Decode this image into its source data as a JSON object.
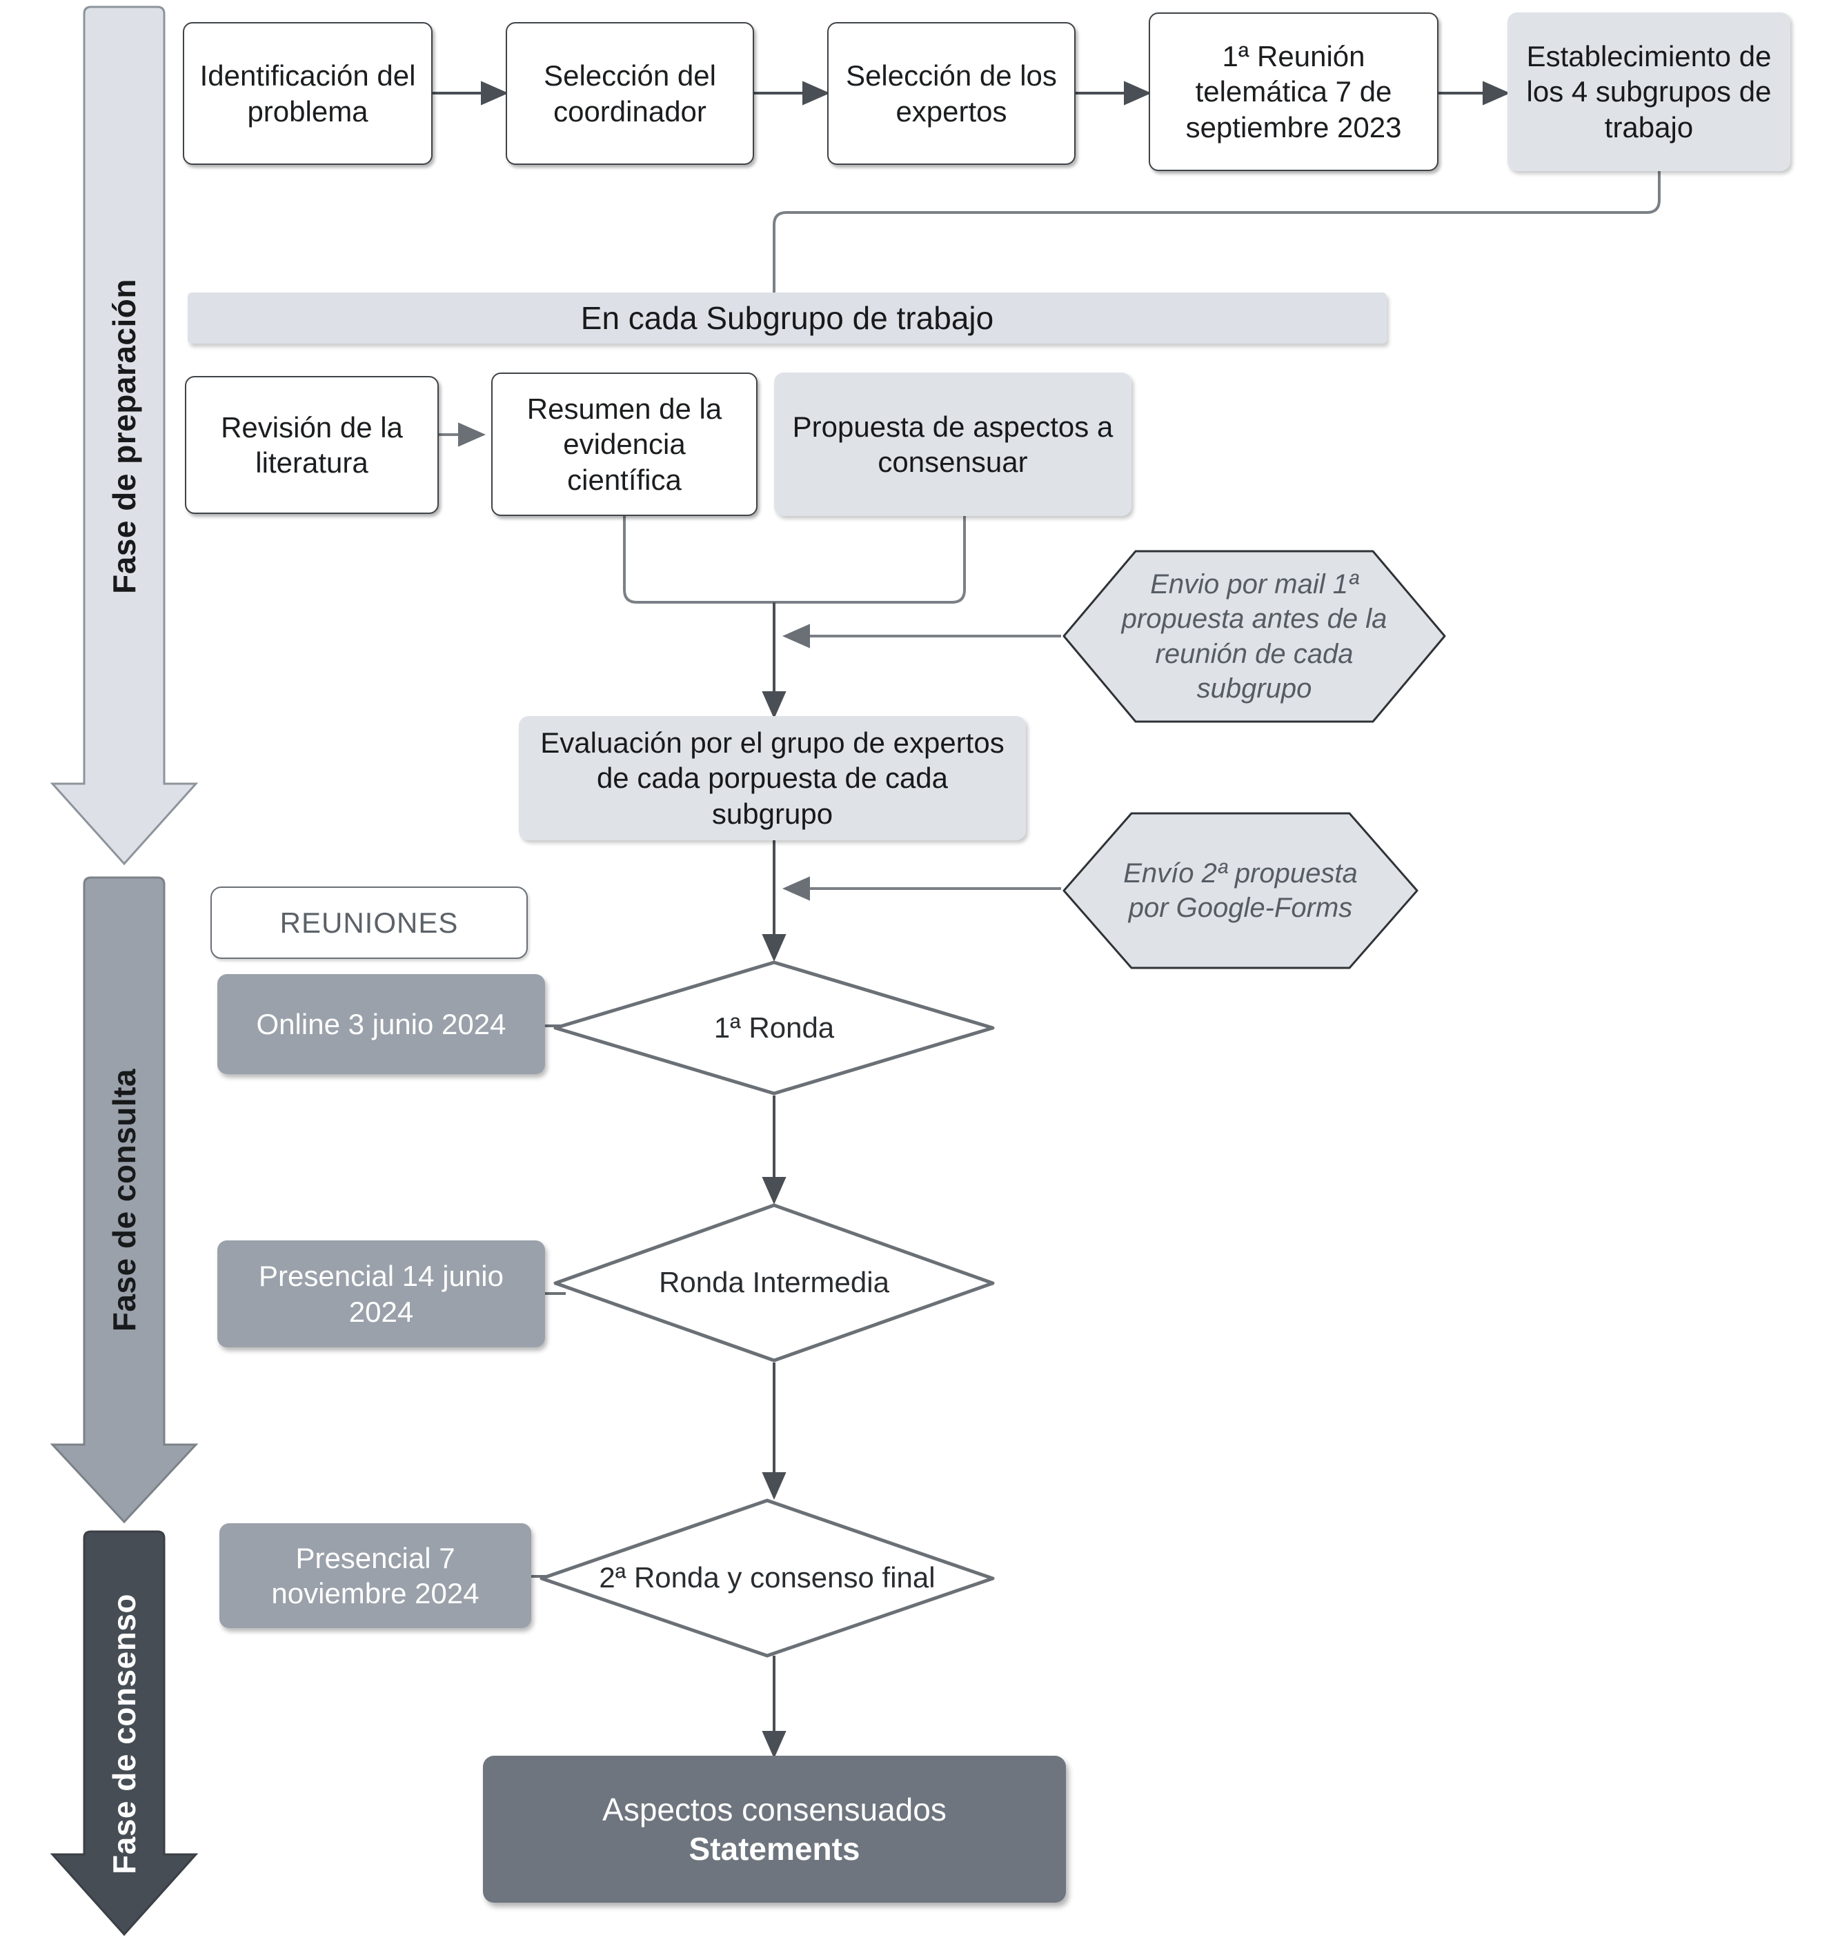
{
  "phases": [
    {
      "id": "fase-preparacion",
      "label": "Fase de preparación",
      "fill": "#dde1e7",
      "text": "#17191b"
    },
    {
      "id": "fase-consulta",
      "label": "Fase de consulta",
      "fill": "#9aa1aa",
      "text": "#17191b"
    },
    {
      "id": "fase-consenso",
      "label": "Fase de consenso",
      "fill": "#474d54",
      "text": "#ffffff"
    }
  ],
  "preparation_row": [
    {
      "id": "identificacion-problema",
      "label": "Identificación del problema",
      "style": "white"
    },
    {
      "id": "seleccion-coordinador",
      "label": "Selección del coordinador",
      "style": "white"
    },
    {
      "id": "seleccion-expertos",
      "label": "Selección de los expertos",
      "style": "white"
    },
    {
      "id": "primera-reunion",
      "label": "1ª Reunión telemática 7 de septiembre 2023",
      "style": "white"
    },
    {
      "id": "establecimiento-subgrupos",
      "label": "Establecimiento de los 4 subgrupos de trabajo",
      "style": "light"
    }
  ],
  "subgroup_header": {
    "label": "En cada Subgrupo de trabajo"
  },
  "subgroup_row": [
    {
      "id": "revision-literatura",
      "label": "Revisión de la literatura",
      "style": "white"
    },
    {
      "id": "resumen-evidencia",
      "label": "Resumen de la evidencia científica",
      "style": "white"
    },
    {
      "id": "propuesta-aspectos",
      "label": "Propuesta de aspectos a consensuar",
      "style": "light"
    }
  ],
  "evaluation": {
    "id": "evaluacion-expertos",
    "label": "Evaluación por el grupo de expertos de cada porpuesta de cada subgrupo"
  },
  "callouts": [
    {
      "id": "envio-mail-1a-propuesta",
      "label": "Envio por mail 1ª propuesta antes de la reunión de cada subgrupo"
    },
    {
      "id": "envio-2a-propuesta-google-forms",
      "label": "Envío 2ª propuesta  por Google-Forms"
    }
  ],
  "meetings_title": {
    "label": "REUNIONES"
  },
  "meetings": [
    {
      "id": "online-3-junio-2024",
      "label": "Online 3 junio 2024"
    },
    {
      "id": "presencial-14-junio-2024",
      "label": "Presencial 14 junio 2024"
    },
    {
      "id": "presencial-7-noviembre-2024",
      "label": "Presencial 7 noviembre 2024"
    }
  ],
  "rounds": [
    {
      "id": "primera-ronda",
      "label": "1ª Ronda"
    },
    {
      "id": "ronda-intermedia",
      "label": "Ronda Intermedia"
    },
    {
      "id": "segunda-ronda-consenso",
      "label": "2ª Ronda y consenso final"
    }
  ],
  "final": {
    "id": "aspectos-consensuados",
    "line1": "Aspectos consensuados",
    "line2": "Statements"
  },
  "colors": {
    "white_box_fill": "#ffffff",
    "white_box_border": "#3f4347",
    "light_box_fill": "#dfe3e8",
    "header_bar_fill": "#dde1e7",
    "meeting_box_fill": "#9aa1aa",
    "final_box_fill": "#6e757e",
    "phase3_fill": "#474d54",
    "connector": "#4a4f55",
    "diamond_border": "#6a7076",
    "hexagon_fill": "#dfe3e8",
    "hexagon_border": "#2f3337",
    "callout_text": "#565c63"
  }
}
